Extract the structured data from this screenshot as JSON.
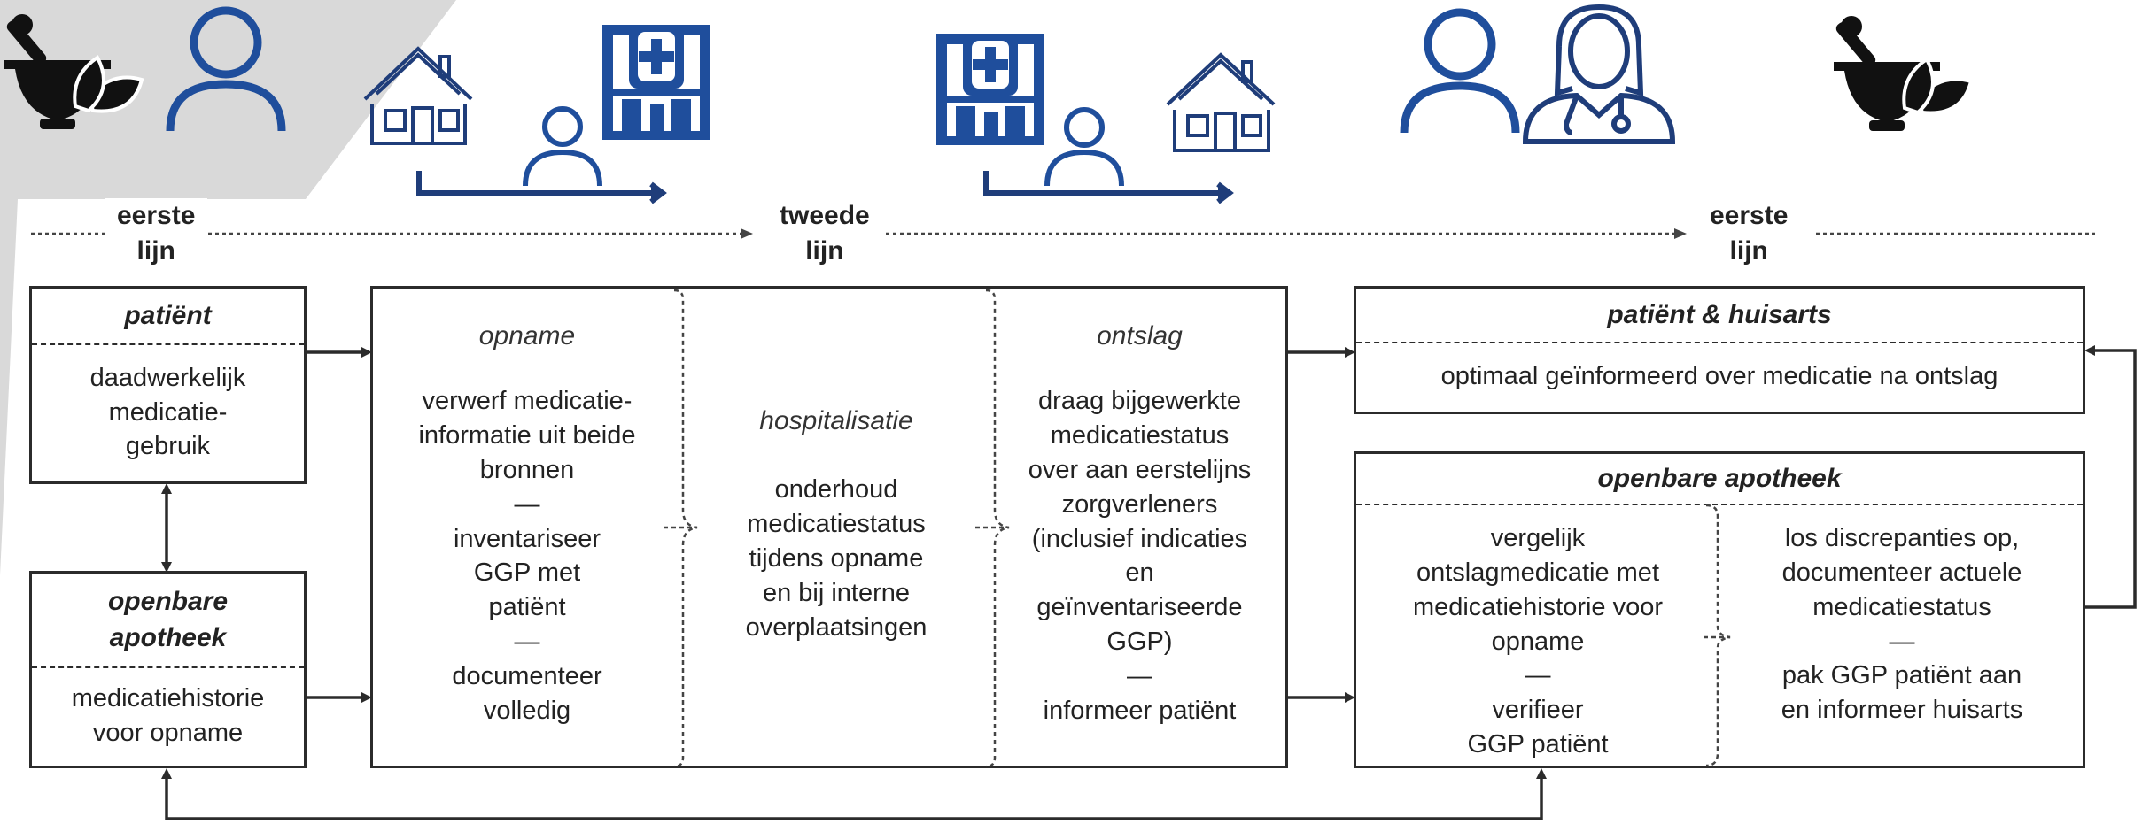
{
  "colors": {
    "accent_blue": "#1f4e9c",
    "dark_icon": "#111111",
    "line": "#2b2b2b",
    "corner_bg": "#d9d9d9"
  },
  "icons": {
    "top": [
      "mortar-pestle-herb-icon",
      "person-icon",
      "house-icon",
      "person-icon",
      "hospital-icon",
      "hospital-icon",
      "person-icon",
      "house-icon",
      "person-icon",
      "doctor-icon",
      "mortar-pestle-herb-icon"
    ]
  },
  "timeline": {
    "left": {
      "line1": "eerste",
      "line2": "lijn"
    },
    "middle": {
      "line1": "tweede",
      "line2": "lijn"
    },
    "right": {
      "line1": "eerste",
      "line2": "lijn"
    }
  },
  "patient_box": {
    "title": "patiënt",
    "body": "daadwerkelijk\nmedicatie-\ngebruik"
  },
  "pharmacy_box": {
    "title": "openbare\napotheek",
    "body": "medicatiehistorie\nvoor opname"
  },
  "hospital_box": {
    "admission": {
      "title": "opname",
      "body": "verwerf medicatie-\ninformatie uit beide\nbronnen\n—\ninventariseer\nGGP met\npatiënt\n—\ndocumenteer\nvolledig"
    },
    "hospitalisation": {
      "title": "hospitalisatie",
      "body": "onderhoud\nmedicatiestatus\ntijdens opname\nen bij interne\noverplaatsingen"
    },
    "discharge": {
      "title": "ontslag",
      "body": "draag bijgewerkte\nmedicatiestatus\nover aan eerstelijns\nzorgverleners\n(inclusief indicaties\nen\ngeïnventariseerde\nGGP)\n—\ninformeer patiënt"
    }
  },
  "patient_gp_box": {
    "title": "patiënt & huisarts",
    "body": "optimaal geïnformeerd over medicatie na ontslag"
  },
  "pharmacy_after_box": {
    "title": "openbare apotheek",
    "left_body": "vergelijk\nontslagmedicatie met\nmedicatiehistorie voor\nopname\n—\nverifieer\nGGP patiënt",
    "right_body": "los discrepanties op,\ndocumenteer actuele\nmedicatiestatus\n—\npak GGP patiënt aan\nen informeer huisarts"
  }
}
